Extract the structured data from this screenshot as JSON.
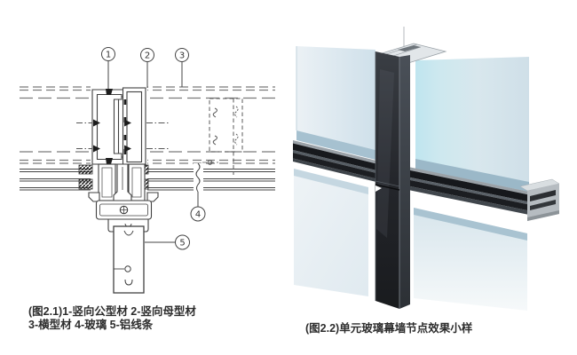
{
  "page": {
    "background": "#ffffff"
  },
  "figure_left": {
    "type": "cad-curtain-wall-plan-detail",
    "caption_line1": "(图2.1)1-竖向公型材 2-竖向母型材",
    "caption_line2": "3-横型材 4-玻璃 5-铝线条",
    "callouts": [
      {
        "number": "1",
        "label": "竖向公型材"
      },
      {
        "number": "2",
        "label": "竖向母型材"
      },
      {
        "number": "3",
        "label": "横型材"
      },
      {
        "number": "4",
        "label": "玻璃"
      },
      {
        "number": "5",
        "label": "铝线条"
      }
    ],
    "line_color": "#414141",
    "dashed_line_color": "#7b7b7b"
  },
  "figure_right": {
    "type": "3d-render-unitized-curtain-wall-joint",
    "caption": "(图2.2)单元玻璃幕墙节点效果小样",
    "colors": {
      "glass": "#d5e4ec",
      "glass_cyan_edge": "#bfe5ef",
      "glass_bottom_edge": "#a6c1d0",
      "mullion_dark": "#24262b",
      "aluminum_section": "#b6bcc1"
    }
  }
}
